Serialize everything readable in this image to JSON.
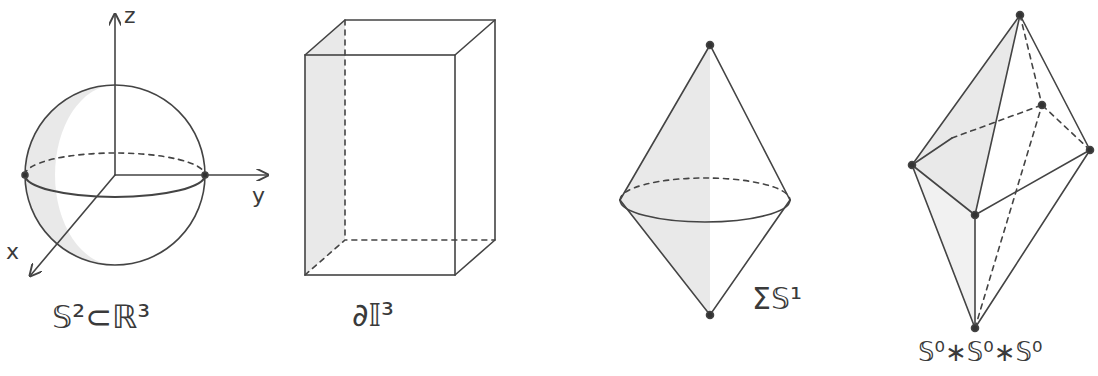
{
  "diagram": {
    "labels": [
      "z",
      "y",
      "x",
      "𝕊²⊂ℝ³",
      "∂𝕀³",
      "Σ𝕊¹",
      "𝕊⁰∗𝕊⁰∗𝕊⁰"
    ]
  }
}
